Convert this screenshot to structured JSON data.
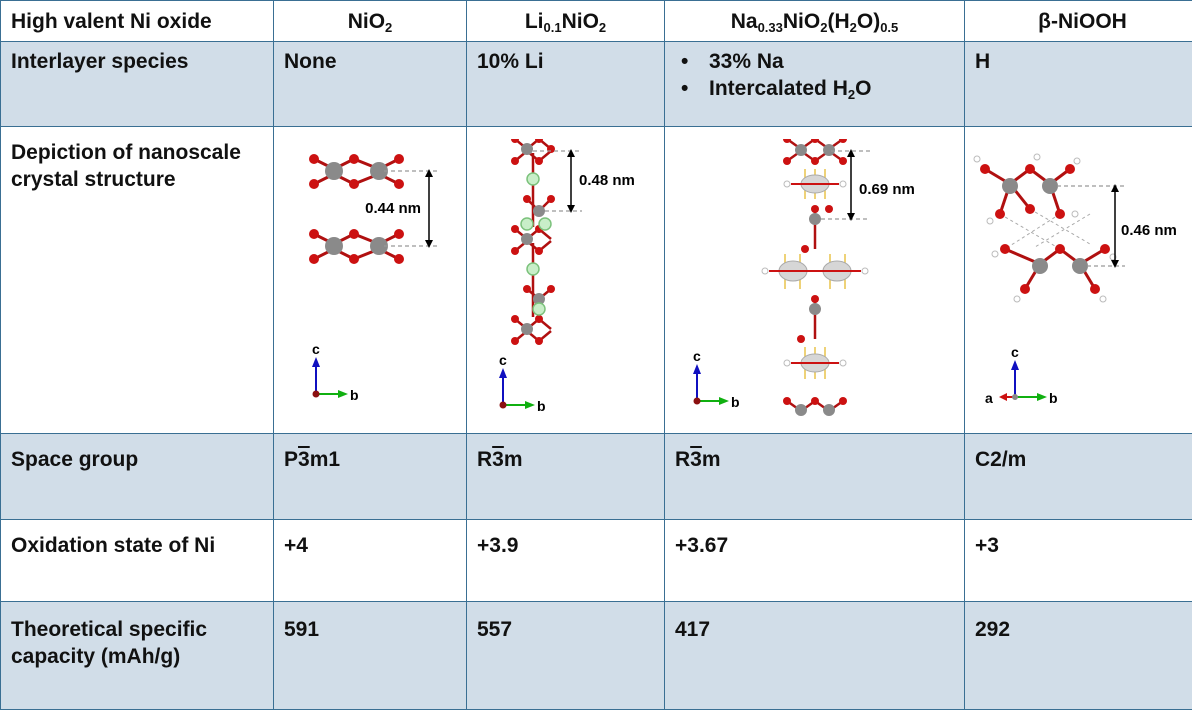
{
  "header": {
    "col0": "High valent Ni oxide",
    "c1": {
      "base": "NiO",
      "sub1": "2"
    },
    "c2": {
      "pre": "Li",
      "sub1": "0.1",
      "mid": "NiO",
      "sub2": "2"
    },
    "c3": {
      "pre": "Na",
      "sub1": "0.33",
      "mid": "NiO",
      "sub2": "2",
      "mid2": "(H",
      "sub3": "2",
      "mid3": "O)",
      "sub4": "0.5"
    },
    "c4": "β-NiOOH"
  },
  "rows": {
    "interlayer": {
      "label": "Interlayer species",
      "c1": "None",
      "c2": "10% Li",
      "c3_item1": "33% Na",
      "c3_item2": {
        "pre": "Intercalated H",
        "sub": "2",
        "post": "O"
      },
      "c4": "H"
    },
    "depiction": {
      "label": "Depiction of nanoscale crystal structure",
      "c1_spacing": "0.44 nm",
      "c2_spacing": "0.48 nm",
      "c3_spacing": "0.69 nm",
      "c4_spacing": "0.46 nm",
      "axis_c": "c",
      "axis_b": "b",
      "axis_a": "a"
    },
    "space_group": {
      "label": "Space group",
      "c1": {
        "pre": "P",
        "bar": "3",
        "post": "m1"
      },
      "c2": {
        "pre": "R",
        "bar": "3",
        "post": "m"
      },
      "c3": {
        "pre": "R",
        "bar": "3",
        "post": "m"
      },
      "c4": "C2/m"
    },
    "oxidation": {
      "label": "Oxidation state of Ni",
      "c1": "+4",
      "c2": "+3.9",
      "c3": "+3.67",
      "c4": "+3"
    },
    "capacity": {
      "label": "Theoretical specific capacity (mAh/g)",
      "c1": "591",
      "c2": "557",
      "c3": "417",
      "c4": "292"
    }
  },
  "colors": {
    "border": "#3a6f93",
    "shade": "#d1dde8",
    "nickel": "#8a8a8a",
    "oxygen": "#cc1111",
    "lithium": "#9fd89f",
    "sodium": "#e8c24a"
  }
}
